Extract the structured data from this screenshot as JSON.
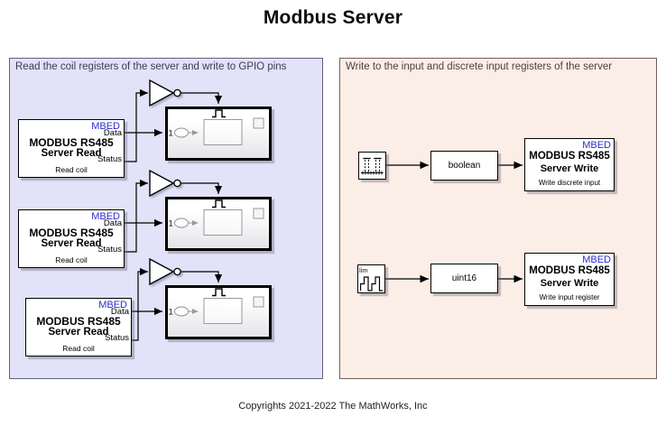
{
  "title": "Modbus Server",
  "copyright": "Copyrights 2021-2022 The MathWorks, Inc",
  "colors": {
    "left_panel_bg": "#e2e2f8",
    "left_panel_border": "#60607c",
    "right_panel_bg": "#fbeee7",
    "right_panel_border": "#6f6058",
    "mbed_blue": "#2b2bd0",
    "wire": "#000000",
    "preview_gray": "#97979c"
  },
  "left_panel": {
    "label": "Read the coil registers of the server and write to GPIO pins",
    "read_blocks": [
      {
        "tag": "MBED",
        "port_data": "Data",
        "port_status": "Status",
        "line1": "MODBUS RS485",
        "line2": "Server Read",
        "subtitle": "Read coil"
      },
      {
        "tag": "MBED",
        "port_data": "Data",
        "port_status": "Status",
        "line1": "MODBUS RS485",
        "line2": "Server Read",
        "subtitle": "Read coil"
      },
      {
        "tag": "MBED",
        "port_data": "Data",
        "port_status": "Status",
        "line1": "MODBUS RS485",
        "line2": "Server Read",
        "subtitle": "Read coil"
      }
    ],
    "not_gates": [
      {
        "icon": "not-gate-icon"
      },
      {
        "icon": "not-gate-icon"
      },
      {
        "icon": "not-gate-icon"
      }
    ],
    "subsystems": [
      {
        "trigger_icon": "trigger-pulse-icon",
        "inport_label": "1"
      },
      {
        "trigger_icon": "trigger-pulse-icon",
        "inport_label": "1"
      },
      {
        "trigger_icon": "trigger-pulse-icon",
        "inport_label": "1"
      }
    ]
  },
  "right_panel": {
    "label": "Write to the input and discrete input registers of the server",
    "rows": [
      {
        "source_icon": "discrete-pulse-generator-icon",
        "convert_label": "boolean",
        "write": {
          "tag": "MBED",
          "line1": "MODBUS RS485",
          "line2": "Server Write",
          "subtitle": "Write discrete input"
        }
      },
      {
        "source_icon": "counter-limited-icon",
        "source_label": "lim",
        "convert_label": "uint16",
        "write": {
          "tag": "MBED",
          "line1": "MODBUS RS485",
          "line2": "Server Write",
          "subtitle": "Write input register"
        }
      }
    ]
  }
}
